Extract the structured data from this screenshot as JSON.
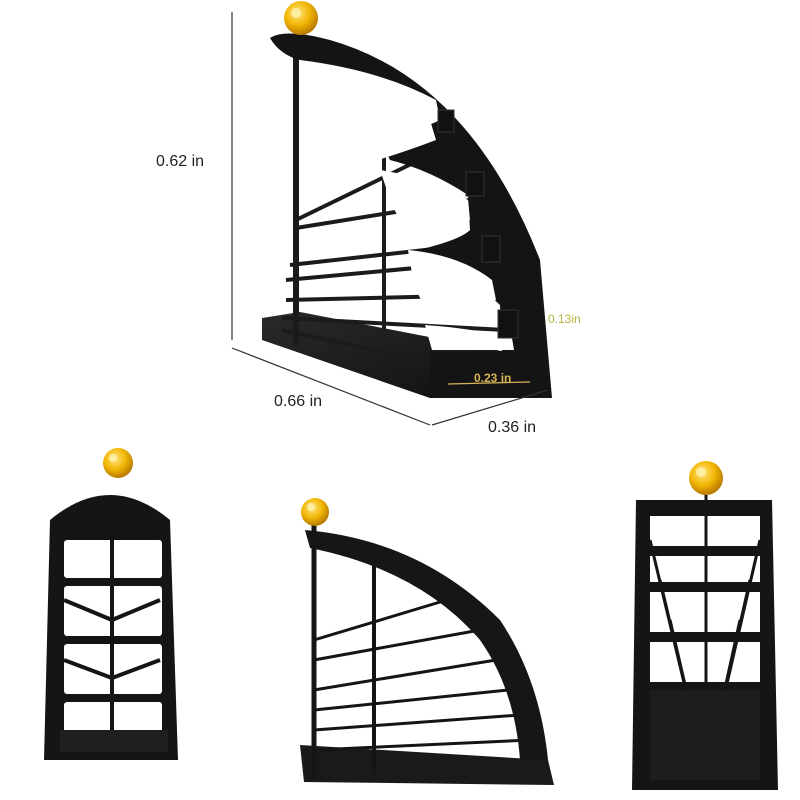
{
  "colors": {
    "metal": "#1b1b1b",
    "metal_highlight": "#3a3a3a",
    "knob": "#f2b705",
    "knob_shade": "#c98d00",
    "dimension_line": "#333333",
    "gold_text": "#d6b45a",
    "olive_text": "#b5b43a"
  },
  "dimensions": {
    "height": "0.62 in",
    "depth": "0.66 in",
    "width": "0.36 in",
    "slot_width": "0.23 in",
    "slot_height": "0.13in"
  },
  "views": {
    "main": "angled-main-view",
    "front": "front-view",
    "side": "side-view",
    "back": "back-view"
  }
}
